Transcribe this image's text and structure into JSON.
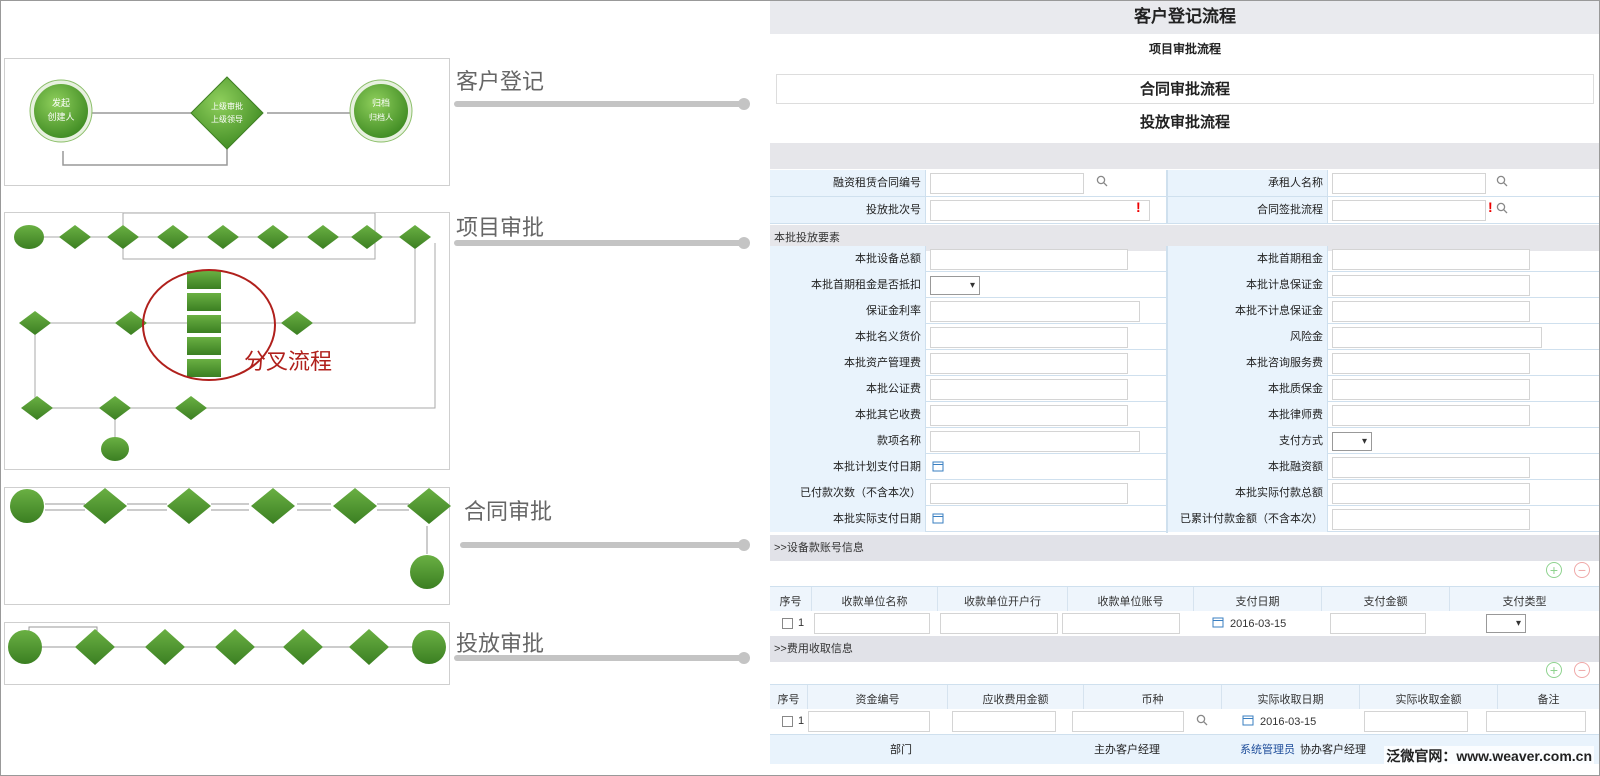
{
  "workflows": [
    {
      "name": "客户登记"
    },
    {
      "name": "项目审批"
    },
    {
      "name": "合同审批"
    },
    {
      "name": "投放审批"
    }
  ],
  "wf1_nodes": {
    "start_l1": "发起",
    "start_l2": "创建人",
    "mid_l1": "上级审批",
    "mid_l2": "上级领导",
    "end_l1": "归档",
    "end_l2": "归档人"
  },
  "branch_label": "分叉流程",
  "form": {
    "title": "客户登记流程",
    "sub1": "项目审批流程",
    "sub2": "合同审批流程",
    "sub3": "投放审批流程",
    "fields": {
      "contract_no": "融资租赁合同编号",
      "lessee": "承租人名称",
      "batch_no": "投放批次号",
      "contract_flow": "合同签批流程"
    },
    "section_main": "本批投放要素",
    "rows": [
      {
        "l": "本批设备总额",
        "r": "本批首期租金"
      },
      {
        "l": "本批首期租金是否抵扣",
        "r": "本批计息保证金"
      },
      {
        "l": "保证金利率",
        "r": "本批不计息保证金"
      },
      {
        "l": "本批名义货价",
        "r": "风险金"
      },
      {
        "l": "本批资产管理费",
        "r": "本批咨询服务费"
      },
      {
        "l": "本批公证费",
        "r": "本批质保金"
      },
      {
        "l": "本批其它收费",
        "r": "本批律师费"
      },
      {
        "l": "款项名称",
        "r": "支付方式"
      },
      {
        "l": "本批计划支付日期",
        "r": "本批融资额"
      },
      {
        "l": "已付款次数（不含本次）",
        "r": "本批实际付款总额"
      },
      {
        "l": "本批实际支付日期",
        "r": "已累计付款金额（不含本次）"
      }
    ],
    "section_equipment": ">>设备款账号信息",
    "eq_headers": [
      "序号",
      "收款单位名称",
      "收款单位开户行",
      "收款单位账号",
      "支付日期",
      "支付金额",
      "支付类型"
    ],
    "eq_row": {
      "no": "1",
      "date": "2016-03-15"
    },
    "section_fee": ">>费用收取信息",
    "fee_headers": [
      "序号",
      "资金编号",
      "应收费用金额",
      "币种",
      "实际收取日期",
      "实际收取金额",
      "备注"
    ],
    "fee_row": {
      "no": "1",
      "date": "2016-03-15"
    },
    "footer": {
      "dept": "部门",
      "manager": "主办客户经理",
      "manager_val": "系统管理员",
      "co_manager": "协办客户经理"
    }
  },
  "watermark": "泛微官网：www.weaver.com.cn",
  "colors": {
    "node_green": "#5a9e3c",
    "node_dark": "#2f6f1c",
    "label_bg": "#e9f3fc",
    "branch_red": "#b0201c"
  }
}
